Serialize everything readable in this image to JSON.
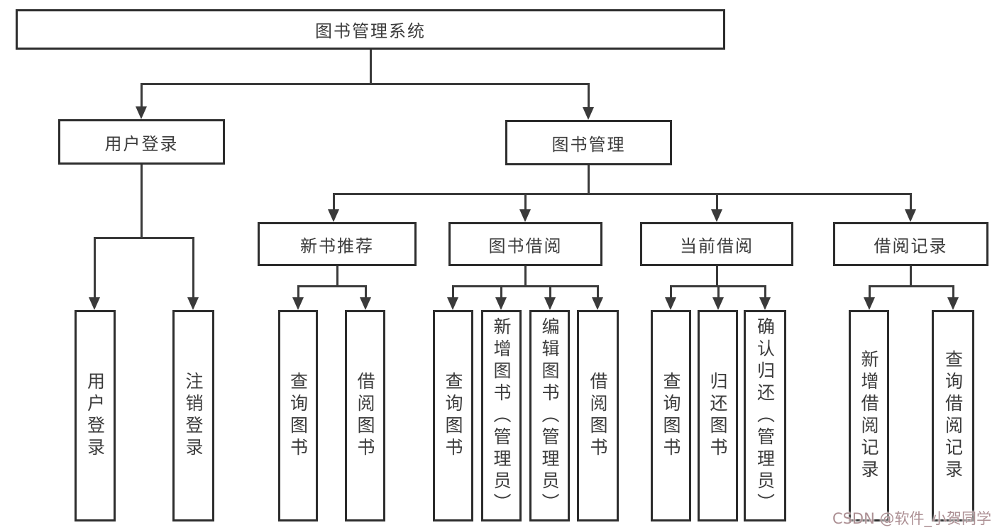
{
  "nodes": {
    "root": "图书管理系统",
    "user_login": "用户登录",
    "book_mgmt": "图书管理",
    "new_book_rec": "新书推荐",
    "book_borrow": "图书借阅",
    "current_borrow": "当前借阅",
    "borrow_record": "借阅记录",
    "ul_user_login": "用户登录",
    "ul_logout": "注销登录",
    "nb_query_book": "查询图书",
    "nb_borrow_book": "借阅图书",
    "bb_query_book": "查询图书",
    "bb_add_book": "新增图书（管理员）",
    "bb_edit_book": "编辑图书（管理员）",
    "bb_borrow_book": "借阅图书",
    "cb_query_book": "查询图书",
    "cb_return_book": "归还图书",
    "cb_confirm_return": "确认归还（管理员）",
    "br_add_record": "新增借阅记录",
    "br_query_record": "查询借阅记录"
  },
  "tree": {
    "label": "图书管理系统",
    "children": [
      {
        "label": "用户登录",
        "children": [
          {
            "label": "用户登录"
          },
          {
            "label": "注销登录"
          }
        ]
      },
      {
        "label": "图书管理",
        "children": [
          {
            "label": "新书推荐",
            "children": [
              {
                "label": "查询图书"
              },
              {
                "label": "借阅图书"
              }
            ]
          },
          {
            "label": "图书借阅",
            "children": [
              {
                "label": "查询图书"
              },
              {
                "label": "新增图书（管理员）"
              },
              {
                "label": "编辑图书（管理员）"
              },
              {
                "label": "借阅图书"
              }
            ]
          },
          {
            "label": "当前借阅",
            "children": [
              {
                "label": "查询图书"
              },
              {
                "label": "归还图书"
              },
              {
                "label": "确认归还（管理员）"
              }
            ]
          },
          {
            "label": "借阅记录",
            "children": [
              {
                "label": "新增借阅记录"
              },
              {
                "label": "查询借阅记录"
              }
            ]
          }
        ]
      }
    ]
  },
  "watermark": "CSDN @软件_小贺同学",
  "colors": {
    "line": "#3a3a3a",
    "box_border": "#2d2d2d",
    "text": "#3c3c3c",
    "background": "#ffffff",
    "watermark": "#ad9094"
  }
}
